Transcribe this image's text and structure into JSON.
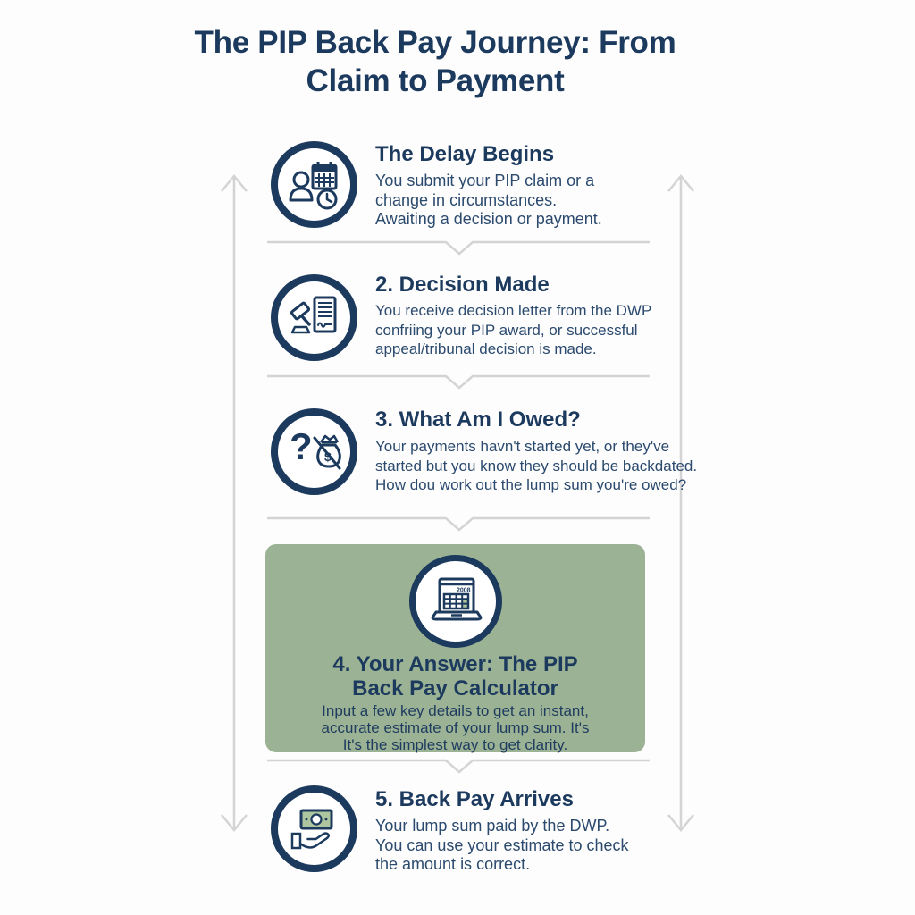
{
  "title": "The PIP Back Pay Journey: From\nClaim to Payment",
  "colors": {
    "navy": "#1c3a5e",
    "body-text": "#2b4a6e",
    "green-box": "#9cb294",
    "icon-green": "#aec69f",
    "connector": "#d4d4d4",
    "bg": "#fdfdfd"
  },
  "steps": [
    {
      "heading": "The Delay Begins",
      "body": "You submit your PIP claim or a\nchange in circumstances.\nAwaiting a decision or payment.",
      "icon": "person-calendar-clock-icon"
    },
    {
      "heading": "2. Decision Made",
      "body": "You receive decision letter from the DWP\nconfriing your PIP award, or successful\nappeal/tribunal decision is made.",
      "icon": "gavel-document-icon"
    },
    {
      "heading": "3. What Am I Owed?",
      "body": "Your payments havn't started yet, or they've\nstarted but you know they should be backdated.\nHow dou work out the lump sum you're owed?",
      "icon": "question-money-bag-icon"
    },
    {
      "heading": "4. Your Answer: The PIP\nBack Pay Calculator",
      "body": "Input a few key details to get an instant,\naccurate estimate of your lump sum. It's\nIt's the simplest way to get clarity.",
      "icon": "laptop-calculator-icon",
      "display": "2008",
      "highlighted": true
    },
    {
      "heading": "5. Back Pay Arrives",
      "body": "Your lump sum paid by the DWP.\nYou can use your estimate to check\nthe amount is correct.",
      "icon": "money-hand-icon"
    }
  ]
}
